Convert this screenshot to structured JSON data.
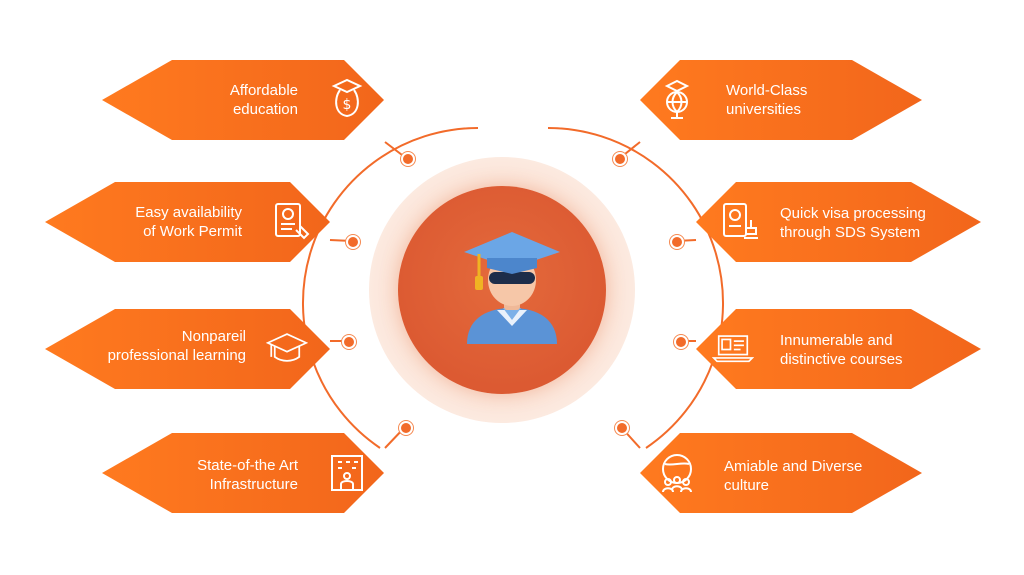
{
  "accent_color": "#f26b2a",
  "center": {
    "icon": "graduate-student-icon"
  },
  "left_items": [
    {
      "lines": [
        "Affordable",
        "education"
      ],
      "icon": "money-bag-graduation-icon"
    },
    {
      "lines": [
        "Easy availability",
        "of Work Permit"
      ],
      "icon": "certificate-document-icon"
    },
    {
      "lines": [
        "Nonpareil",
        "professional learning"
      ],
      "icon": "graduation-cap-icon"
    },
    {
      "lines": [
        "State-of-the Art",
        "Infrastructure"
      ],
      "icon": "building-people-icon"
    }
  ],
  "right_items": [
    {
      "lines": [
        "World-Class",
        "universities"
      ],
      "icon": "globe-graduation-icon"
    },
    {
      "lines": [
        "Quick visa processing",
        "through SDS System"
      ],
      "icon": "passport-stamp-icon"
    },
    {
      "lines": [
        "Innumerable and",
        "distinctive courses"
      ],
      "icon": "laptop-course-icon"
    },
    {
      "lines": [
        "Amiable and Diverse",
        "culture"
      ],
      "icon": "globe-people-icon"
    }
  ]
}
